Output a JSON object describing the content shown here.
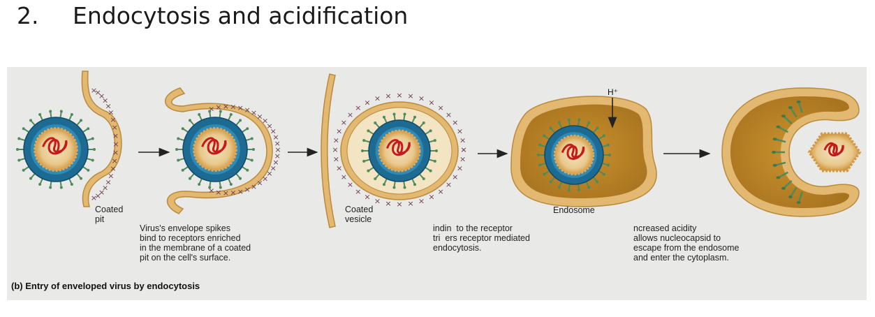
{
  "heading": {
    "number": "2.",
    "title": "Endocytosis and acidification"
  },
  "figure": {
    "labels": {
      "coated_pit": "Coated\npit",
      "coated_vesicle": "Coated\nvesicle",
      "endosome": "Endosome",
      "h_plus": "H⁺"
    },
    "steps": [
      {
        "description": "Virus's envelope spikes\nbind to receptors enriched\nin the membrane of a coated\npit on the cell's surface."
      },
      {
        "description": "indin  to the receptor\ntri  ers receptor mediated\nendocytosis."
      },
      {
        "description": "ncreased acidity\nallows nucleocapsid to\nescape from the endosome\nand enter the cytoplasm."
      }
    ],
    "caption": "(b) Entry of enveloped virus by endocytosis"
  },
  "colors": {
    "membrane": "#e3b870",
    "membrane_edge": "#b98a3c",
    "envelope": "#1d6b92",
    "capsid": "#dcaa5a",
    "rna": "#c41a1a",
    "spike": "#4f8a5a",
    "clathrin": "#6a3a52"
  }
}
